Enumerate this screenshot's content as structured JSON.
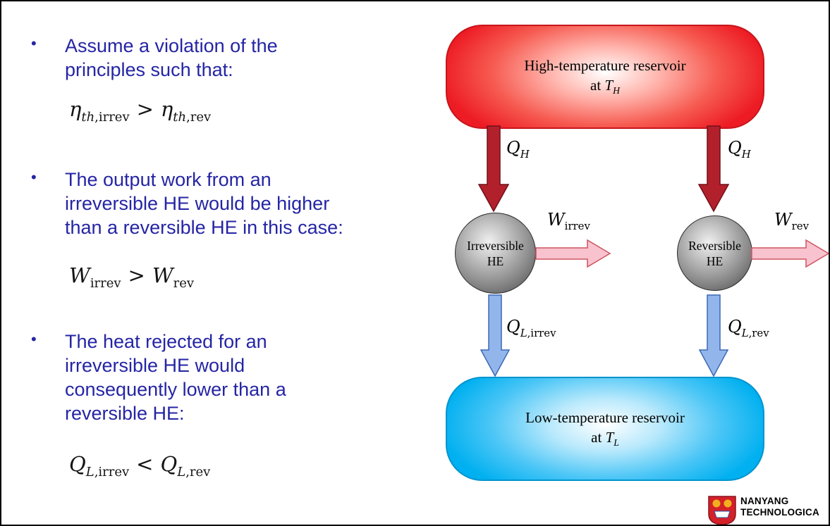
{
  "bullets": [
    {
      "lines": [
        "Assume a violation of the",
        "principles such that:"
      ],
      "eq": {
        "l_base": "η",
        "l_sub_i": "th",
        "l_sub_r": ",irrev",
        "op": ">",
        "r_base": "η",
        "r_sub_i": "th",
        "r_sub_r": ",rev"
      }
    },
    {
      "lines": [
        "The output work from an",
        "irreversible HE would be higher",
        "than a reversible HE in this case:"
      ],
      "eq": {
        "l_base": "W",
        "l_sub_i": "",
        "l_sub_r": "irrev",
        "op": ">",
        "r_base": "W",
        "r_sub_i": "",
        "r_sub_r": "rev"
      }
    },
    {
      "lines": [
        "The heat rejected for an",
        "irreversible HE would",
        "consequently lower than a",
        "reversible HE:"
      ],
      "eq": {
        "l_base": "Q",
        "l_sub_i": "L",
        "l_sub_r": ",irrev",
        "op": "<",
        "r_base": "Q",
        "r_sub_i": "L",
        "r_sub_r": ",rev"
      }
    }
  ],
  "diagram": {
    "high_reservoir": {
      "title": "High-temperature reservoir",
      "at": "at ",
      "t_base": "T",
      "t_sub": "H"
    },
    "low_reservoir": {
      "title": "Low-temperature reservoir",
      "at": "at ",
      "t_base": "T",
      "t_sub": "L"
    },
    "engines": [
      {
        "line1": "Irreversible",
        "line2": "HE"
      },
      {
        "line1": "Reversible",
        "line2": "HE"
      }
    ],
    "labels": {
      "qh_left": {
        "base": "Q",
        "sub_i": "H",
        "sub_r": ""
      },
      "qh_right": {
        "base": "Q",
        "sub_i": "H",
        "sub_r": ""
      },
      "w_irrev": {
        "base": "W",
        "sub_i": "",
        "sub_r": "irrev"
      },
      "w_rev": {
        "base": "W",
        "sub_i": "",
        "sub_r": "rev"
      },
      "ql_irrev": {
        "base": "Q",
        "sub_i": "L",
        "sub_r": ",irrev"
      },
      "ql_rev": {
        "base": "Q",
        "sub_i": "L",
        "sub_r": ",rev"
      }
    }
  },
  "logo": {
    "line1": "NANYANG",
    "line2": "TECHNOLOGICA"
  },
  "colors": {
    "text_blue": "#2525a5",
    "hot_reservoir": "#ed1c24",
    "cold_reservoir": "#00b0f0",
    "heat_arrow": "#b2202c",
    "work_arrow": "#f8c3cf",
    "cold_arrow": "#92b6ec"
  }
}
